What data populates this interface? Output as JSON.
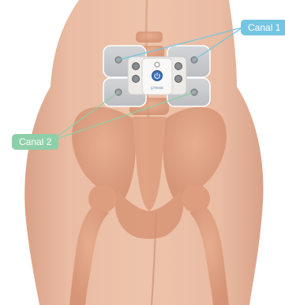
{
  "callouts": {
    "channel_1": "Canal 1",
    "channel_2": "Canal 2"
  },
  "device": {
    "brand_text": "ipTENS"
  },
  "colors": {
    "skin": "#e5b49a",
    "skin_shadow": "#c98f76",
    "bone": "#d98f6d",
    "channel_1": "#74c5e2",
    "channel_2": "#8dcfa9",
    "pad": "#c6c8ca",
    "device_body": "#f7f5f2",
    "device_button": "#3c6fb4"
  },
  "icons": {
    "pad_snap": "snap-dot-icon",
    "power_button": "power-icon"
  }
}
